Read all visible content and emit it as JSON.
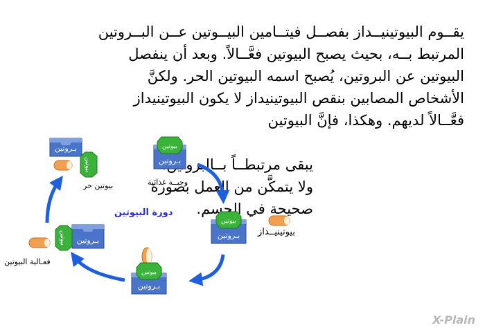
{
  "paragraph": {
    "lines": [
      "يقــوم البيوتينيــداز بفصــل فيتــامين البيــوتين عــن البــروتين",
      "المرتبط بــه، بحيث يصبح البيوتين فعَّــالاً. وبعد أن ينفصل",
      "البيوتين عن البروتين، يُصبح اسمه البيوتين الحر. ولكنَّ",
      "الأشخاص المصابين بنقص البيوتينيداز لا يكون البيوتينيداز",
      "فعَّــالاً لديهم. وهكذا، فإنَّ البيوتين"
    ],
    "tail_lines": [
      "يبقى مرتبطــاً بــالبروتين،",
      "ولا يتمكَّن من العمل بصورة",
      "صحيحة في الجسم."
    ]
  },
  "diagram": {
    "title": "دورة البيوتين",
    "box_label": "بـروتين",
    "tag_label": "بيوتين",
    "labels": {
      "free_biotin": "بيوتين حر",
      "meal": "وجبــة غذائية",
      "biotinidase": "بيوتينيــداز",
      "biotin_activity": "فعـالية البيوتين"
    },
    "colors": {
      "box_blue": "#4a74c9",
      "tag_green": "#3bb33b",
      "arrow_blue": "#1e5fe0",
      "enzyme_orange": "#f0a050"
    }
  },
  "watermark": "X-Plain"
}
